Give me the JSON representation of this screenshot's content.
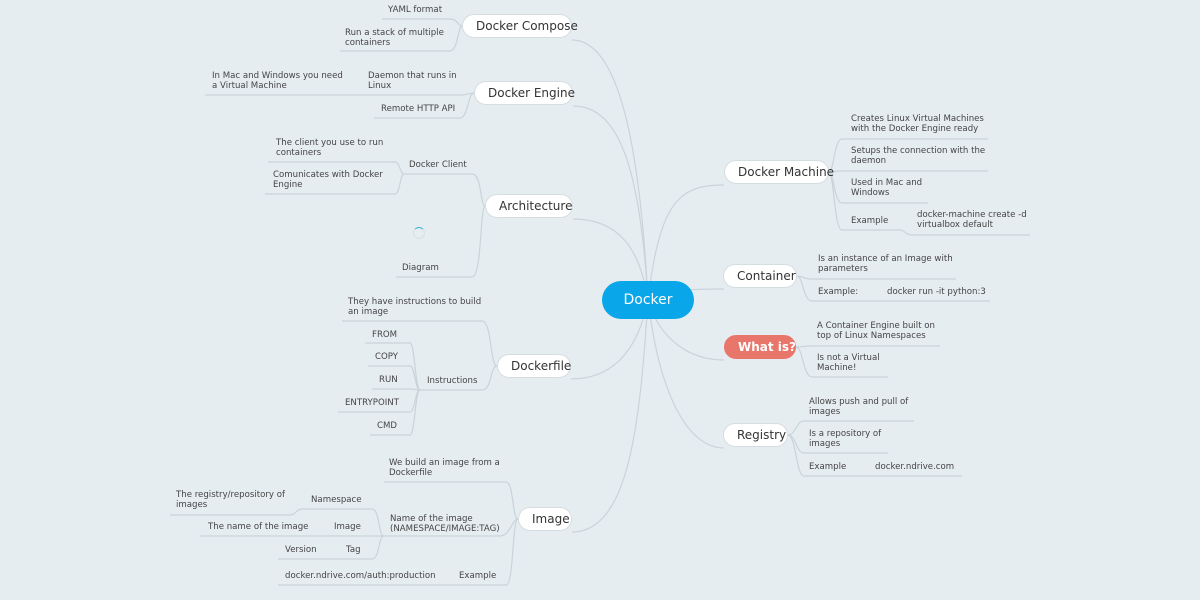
{
  "root": {
    "label": "Docker"
  },
  "left": {
    "compose": {
      "label": "Docker Compose",
      "items": [
        "YAML format",
        "Run a stack of multiple\ncontainers"
      ]
    },
    "engine": {
      "label": "Docker Engine",
      "daemon": "Daemon that runs in\nLinux",
      "vm_note": "In Mac and Windows you need\na Virtual Machine",
      "api": "Remote HTTP API"
    },
    "architecture": {
      "label": "Architecture",
      "client": {
        "label": "Docker Client",
        "items": [
          "The client you use to run\ncontainers",
          "Comunicates with Docker\nEngine"
        ]
      },
      "diagram": "Diagram"
    },
    "dockerfile": {
      "label": "Dockerfile",
      "intro": "They have instructions to build\nan image",
      "instructions": {
        "label": "Instructions",
        "items": [
          "FROM",
          "COPY",
          "RUN",
          "ENTRYPOINT",
          "CMD"
        ]
      }
    },
    "image": {
      "label": "Image",
      "build": "We build an image from a\nDockerfile",
      "name": {
        "label": "Name of the image\n(NAMESPACE/IMAGE:TAG)",
        "namespace": {
          "label": "Namespace",
          "desc": "The registry/repository of\nimages"
        },
        "image": {
          "label": "Image",
          "desc": "The name of the image"
        },
        "tag": {
          "label": "Tag",
          "desc": "Version"
        }
      },
      "example": {
        "label": "Example",
        "value": "docker.ndrive.com/auth:production"
      }
    }
  },
  "right": {
    "machine": {
      "label": "Docker Machine",
      "items": [
        "Creates Linux Virtual Machines\nwith the Docker Engine ready",
        "Setups the connection with the\ndaemon",
        "Used in Mac and\nWindows"
      ],
      "example": {
        "label": "Example",
        "value": "docker-machine create -d\nvirtualbox default"
      }
    },
    "container": {
      "label": "Container",
      "desc": "Is an instance of an Image with\nparameters",
      "example": {
        "label": "Example:",
        "value": "docker run -it python:3"
      }
    },
    "whatis": {
      "label": "What is?",
      "items": [
        "A Container Engine built on\ntop of Linux Namespaces",
        "Is not a Virtual\nMachine!"
      ]
    },
    "registry": {
      "label": "Registry",
      "items": [
        "Allows push and pull of\nimages",
        "Is a repository of\nimages"
      ],
      "example": {
        "label": "Example",
        "value": "docker.ndrive.com"
      }
    }
  },
  "colors": {
    "root": "#0aa6ea",
    "whatis": "#e8766b",
    "lines": "#c9d4da",
    "background": "#e6edf1"
  }
}
